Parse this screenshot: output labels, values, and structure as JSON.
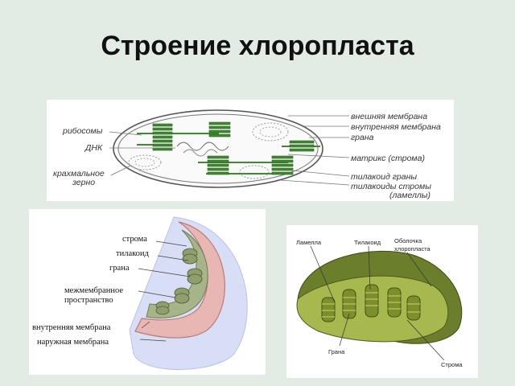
{
  "slide": {
    "title": "Строение хлоропласта"
  },
  "top_diagram": {
    "labels_left": {
      "ribosomes": "рибосомы",
      "dna": "ДНК",
      "starch_1": "крахмальное",
      "starch_2": "зерно"
    },
    "labels_right": {
      "outer_membrane": "внешняя мембрана",
      "inner_membrane": "внутренняя мембрана",
      "grana": "грана",
      "matrix": "матрикс (строма)",
      "granum_thylakoid": "тилакоид граны",
      "stroma_thylakoids": "тилакоиды стромы",
      "lamellae": "(ламеллы)"
    }
  },
  "left_diagram": {
    "labels": {
      "stroma": "строма",
      "thylakoid": "тилакоид",
      "grana": "грана",
      "intermembrane_1": "межмембранное",
      "intermembrane_2": "пространство",
      "inner_membrane": "внутренняя мембрана",
      "outer_membrane": "наружная мембрана"
    }
  },
  "right_diagram": {
    "labels": {
      "lamella": "Ламелла",
      "thylakoid": "Тилакоид",
      "envelope_1": "Оболочка",
      "envelope_2": "хлоропласта",
      "granum": "Грана",
      "stroma": "Строма"
    }
  },
  "colors": {
    "background": "#e3ece4",
    "grana_green": "#3f8a2e",
    "membrane_gray": "#555555",
    "cell_pink": "#e9b7b3",
    "cell_blue": "#d7def5",
    "olive": "#6b7e2c"
  }
}
